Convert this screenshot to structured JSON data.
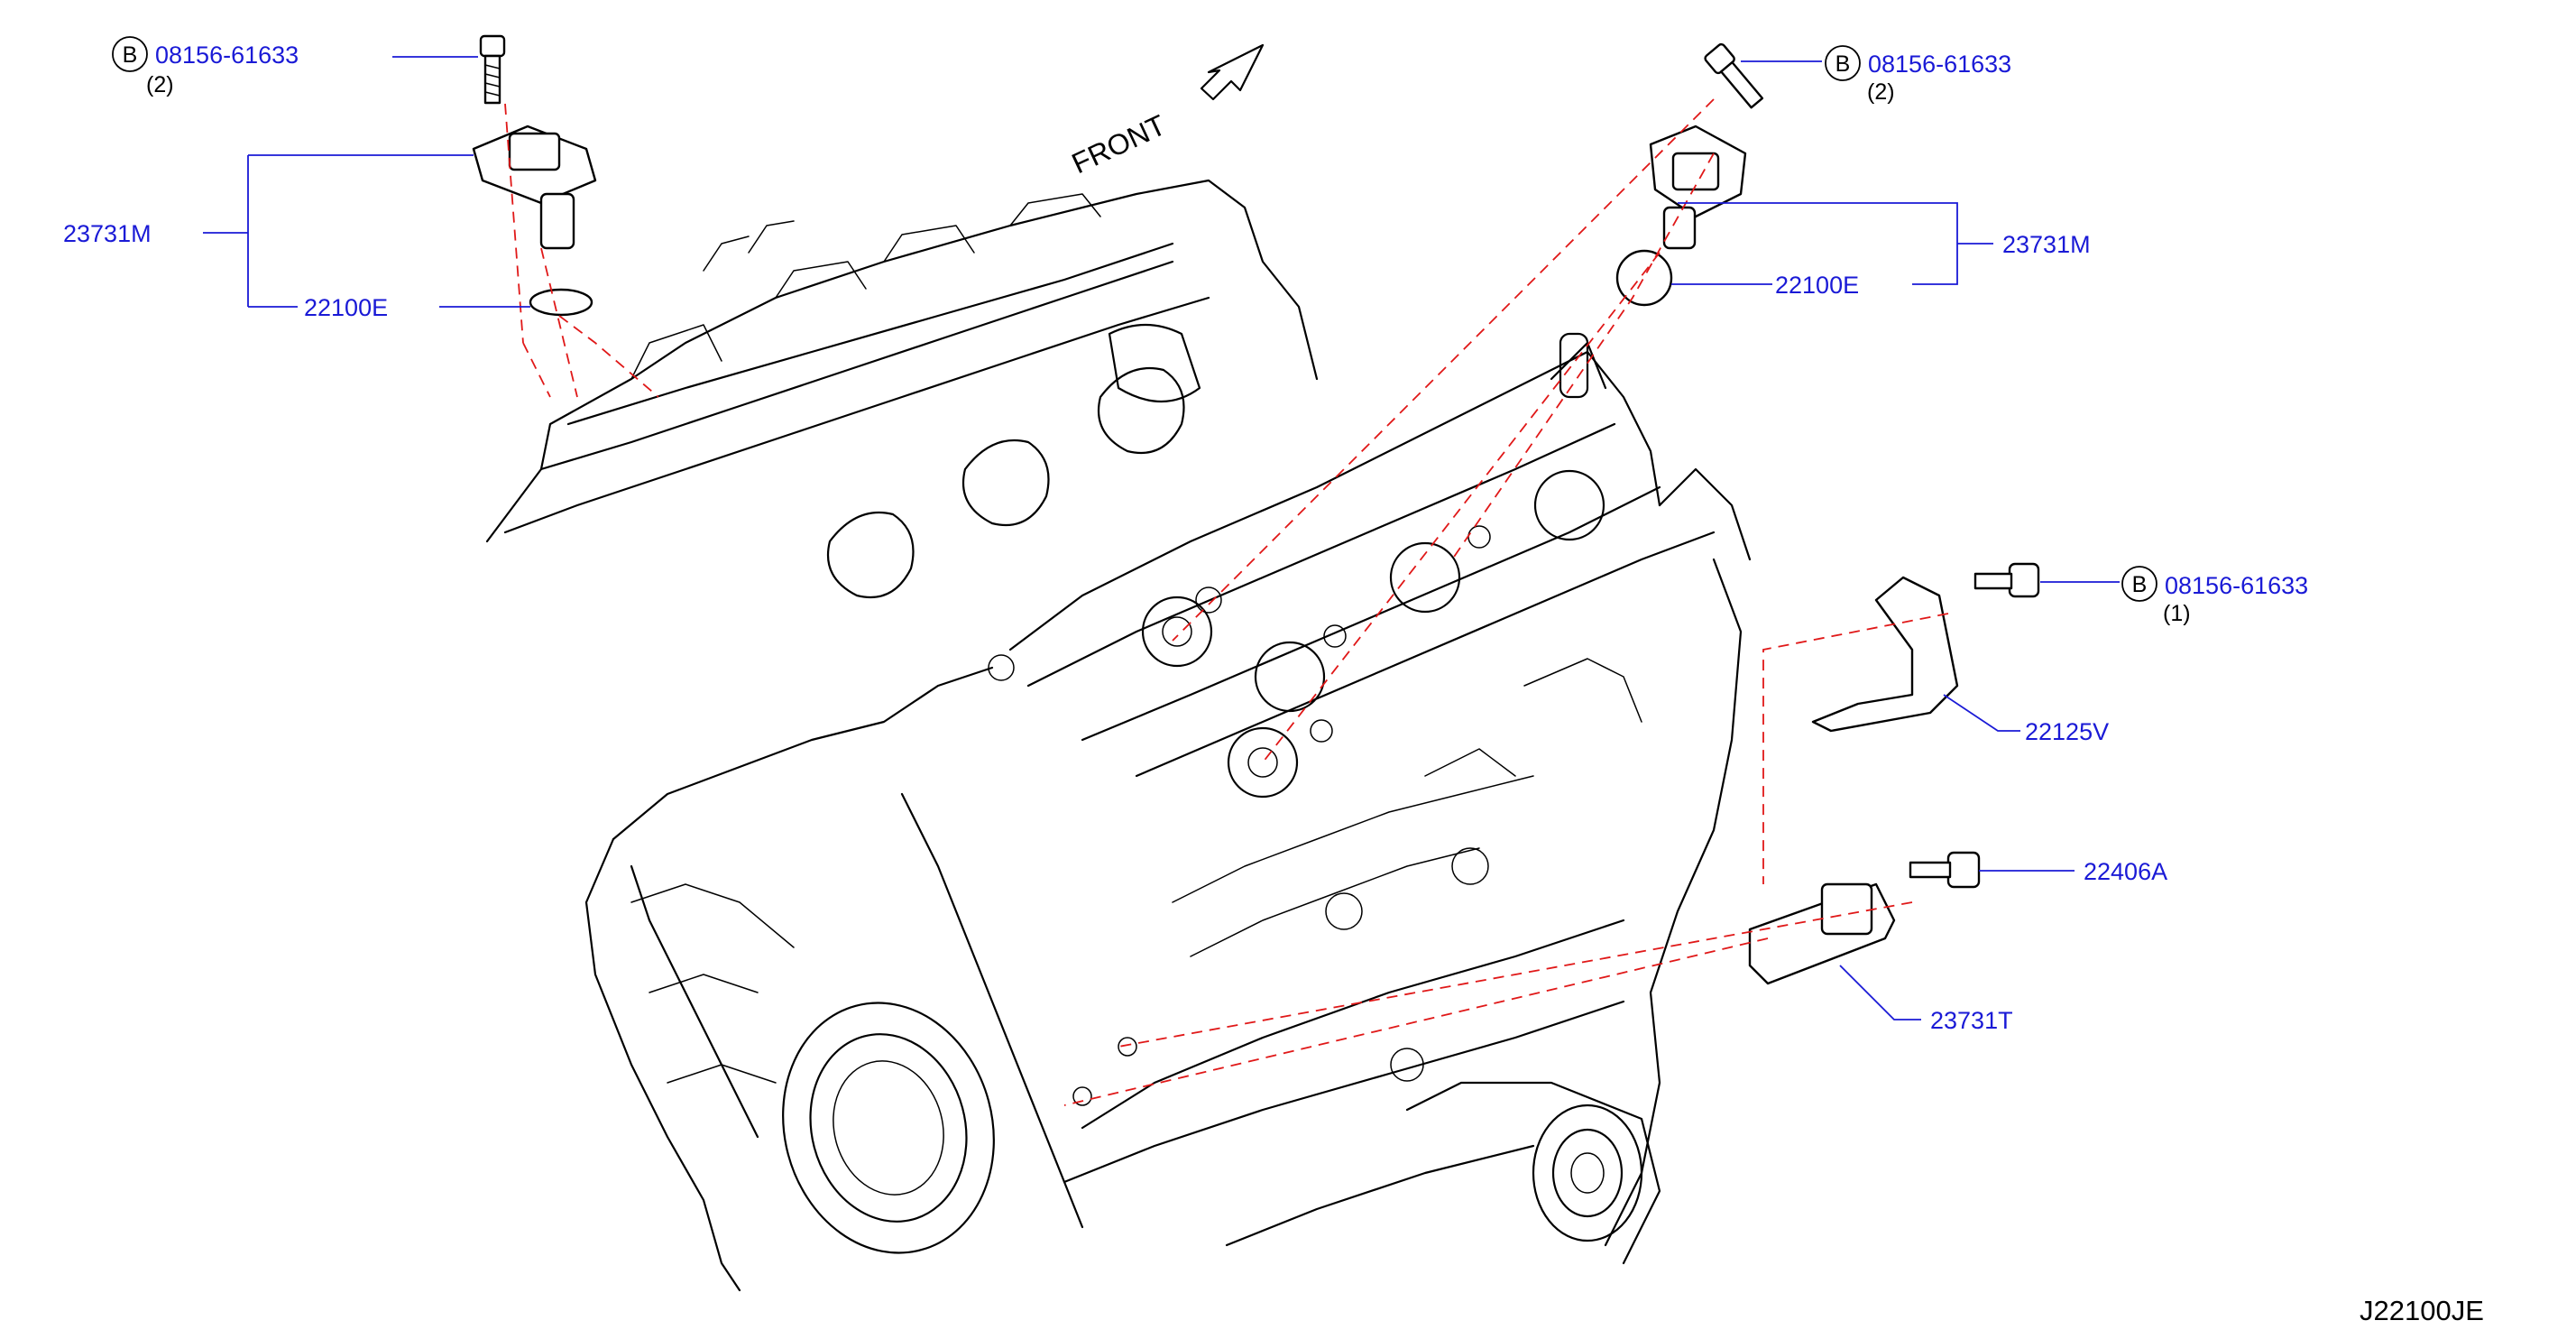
{
  "diagram": {
    "front_label": "FRONT",
    "drawing_code": "J22100JE",
    "bolt_marker": "B",
    "callouts": {
      "bolt_top_left": {
        "part_no": "08156-61633",
        "qty": "(2)"
      },
      "bolt_top_right": {
        "part_no": "08156-61633",
        "qty": "(2)"
      },
      "bolt_right": {
        "part_no": "08156-61633",
        "qty": "(1)"
      },
      "sensor_left": "23731M",
      "oring_left": "22100E",
      "sensor_right": "23731M",
      "oring_right": "22100E",
      "bracket": "22125V",
      "bolt_crank": "22406A",
      "crank_sensor": "23731T"
    }
  }
}
